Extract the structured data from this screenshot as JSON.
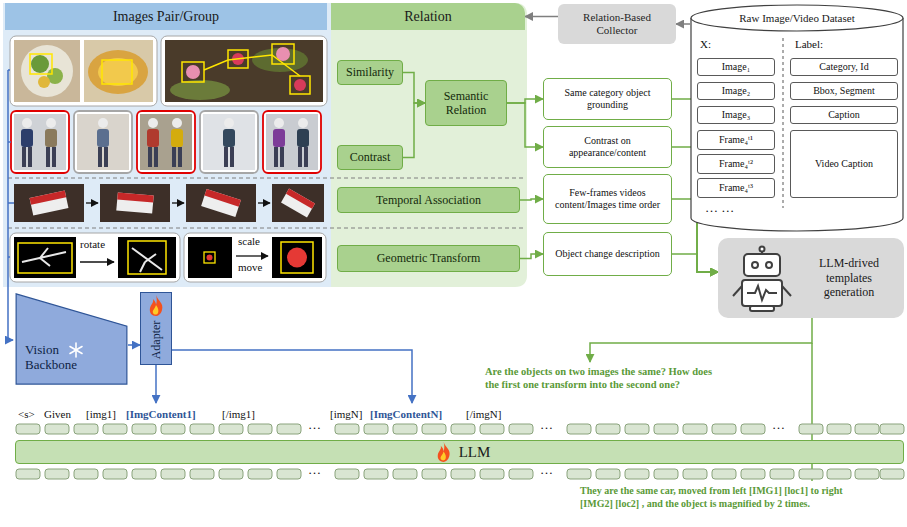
{
  "diagram": {
    "nodes": [
      {
        "text": [
          "Images Pair/Group"
        ]
      },
      {
        "text": [
          "Relation"
        ]
      },
      {
        "text": [
          "Relation-Based Collector"
        ]
      },
      {
        "text": [
          "Raw Image/Video Dataset"
        ]
      },
      {
        "text": [
          "Image₁"
        ],
        "in": 3
      },
      {
        "text": [
          "Category, Id"
        ],
        "in": 3
      },
      {
        "text": [
          "Image₂"
        ],
        "in": 3
      },
      {
        "text": [
          "Bbox, Segment"
        ],
        "in": 3
      },
      {
        "text": [
          "Image₃"
        ],
        "in": 3
      },
      {
        "text": [
          "Caption"
        ],
        "in": 3
      },
      {
        "text": [
          "Frame₄ᵗ¹"
        ],
        "in": 3
      },
      {
        "text": [
          "Frame₄ᵗ²"
        ],
        "in": 3
      },
      {
        "text": [
          "Frame₄ᵗ³"
        ],
        "in": 3
      },
      {
        "text": [
          "Video Caption"
        ],
        "in": 3
      },
      {
        "text": [
          "Similarity"
        ]
      },
      {
        "text": [
          "Contrast"
        ]
      },
      {
        "text": [
          "Semantic Relation"
        ]
      },
      {
        "text": [
          "Same category object grounding"
        ]
      },
      {
        "text": [
          "Contrast on appearance/content"
        ]
      },
      {
        "text": [
          "Temporal Association"
        ]
      },
      {
        "text": [
          "Few-frames videos content/Images time order"
        ]
      },
      {
        "text": [
          "Geometric Transform"
        ]
      },
      {
        "text": [
          "Object change description"
        ]
      },
      {
        "text": [
          "LLM-drived templates generation"
        ]
      },
      {
        "text": [
          "Vision Backbone"
        ]
      },
      {
        "text": [
          "Adapter"
        ]
      },
      {
        "text": [
          "LLM"
        ]
      }
    ],
    "edges": [
      {
        "from": 3,
        "to": 2,
        "arrow": "to"
      },
      {
        "from": 2,
        "to": 1,
        "arrow": "to"
      },
      {
        "from": 14,
        "to": 16,
        "arrow": "to"
      },
      {
        "from": 15,
        "to": 16,
        "arrow": "to"
      },
      {
        "from": 16,
        "to": 17,
        "arrow": "to"
      },
      {
        "from": 16,
        "to": 18,
        "arrow": "to"
      },
      {
        "from": 19,
        "to": 20,
        "arrow": "to"
      },
      {
        "from": 21,
        "to": 22,
        "arrow": "to"
      },
      {
        "from": 17,
        "to": 23,
        "arrow": "to"
      },
      {
        "from": 18,
        "to": 23,
        "arrow": "to"
      },
      {
        "from": 20,
        "to": 23,
        "arrow": "to"
      },
      {
        "from": 22,
        "to": 23,
        "arrow": "to"
      },
      {
        "from": 24,
        "to": 25,
        "arrow": "to"
      }
    ],
    "labels": [
      "rotate",
      "scale",
      "move",
      "X:",
      "Label:",
      "… …",
      "<s>",
      "Given",
      "[img1]",
      "[ImgContent1]",
      "[/img1]",
      "[imgN]",
      "[ImgContentN]",
      "[/imgN]",
      "…",
      "…",
      "…",
      "…",
      "…",
      "Are the objects on two images the same? How does the first one transform into the second one?",
      "They are the same car, moved from left [IMG1] [loc1] to right [IMG2] [loc2] , and the object is magnified by 2 times."
    ]
  }
}
